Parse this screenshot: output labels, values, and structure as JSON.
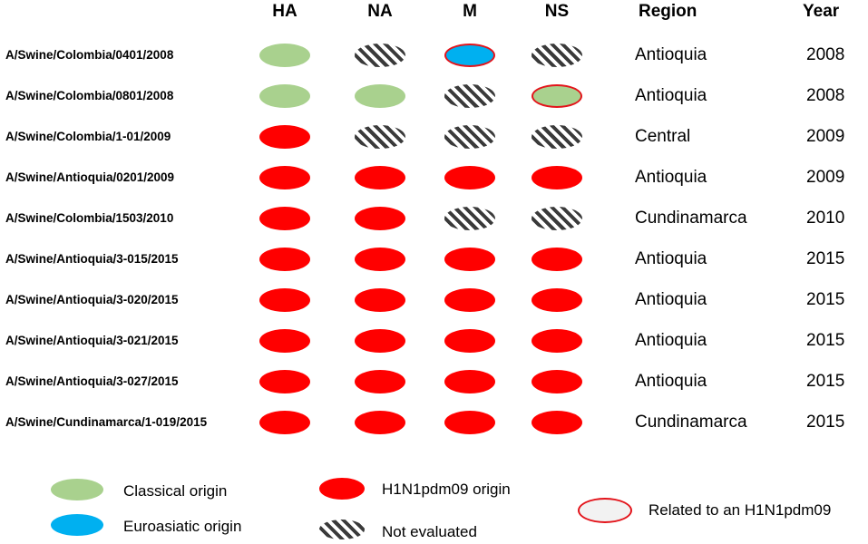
{
  "headers": {
    "ha": "HA",
    "na": "NA",
    "m": "M",
    "ns": "NS",
    "region": "Region",
    "year": "Year"
  },
  "colors": {
    "classical": "#a9d18e",
    "euroasiatic": "#00b0f0",
    "h1n1pdm09": "#ff0000",
    "not_evaluated": "#3a3a3a",
    "related_border": "#e3141b"
  },
  "rows": [
    {
      "strain": "A/Swine/Colombia/0401/2008",
      "region": "Antioquia",
      "year": "2008",
      "segments": [
        {
          "type": "classical",
          "related": false
        },
        {
          "type": "not_evaluated",
          "related": false
        },
        {
          "type": "euroasiatic",
          "related": true
        },
        {
          "type": "not_evaluated",
          "related": false
        }
      ]
    },
    {
      "strain": "A/Swine/Colombia/0801/2008",
      "region": "Antioquia",
      "year": "2008",
      "segments": [
        {
          "type": "classical",
          "related": false
        },
        {
          "type": "classical",
          "related": false
        },
        {
          "type": "not_evaluated",
          "related": false
        },
        {
          "type": "classical",
          "related": true
        }
      ]
    },
    {
      "strain": "A/Swine/Colombia/1-01/2009",
      "region": "Central",
      "year": "2009",
      "segments": [
        {
          "type": "h1n1pdm09",
          "related": false
        },
        {
          "type": "not_evaluated",
          "related": false
        },
        {
          "type": "not_evaluated",
          "related": false
        },
        {
          "type": "not_evaluated",
          "related": false
        }
      ]
    },
    {
      "strain": "A/Swine/Antioquia/0201/2009",
      "region": "Antioquia",
      "year": "2009",
      "segments": [
        {
          "type": "h1n1pdm09",
          "related": false
        },
        {
          "type": "h1n1pdm09",
          "related": false
        },
        {
          "type": "h1n1pdm09",
          "related": false
        },
        {
          "type": "h1n1pdm09",
          "related": false
        }
      ]
    },
    {
      "strain": "A/Swine/Colombia/1503/2010",
      "region": "Cundinamarca",
      "year": "2010",
      "segments": [
        {
          "type": "h1n1pdm09",
          "related": false
        },
        {
          "type": "h1n1pdm09",
          "related": false
        },
        {
          "type": "not_evaluated",
          "related": false
        },
        {
          "type": "not_evaluated",
          "related": false
        }
      ]
    },
    {
      "strain": "A/Swine/Antioquia/3-015/2015",
      "region": "Antioquia",
      "year": "2015",
      "segments": [
        {
          "type": "h1n1pdm09",
          "related": false
        },
        {
          "type": "h1n1pdm09",
          "related": false
        },
        {
          "type": "h1n1pdm09",
          "related": false
        },
        {
          "type": "h1n1pdm09",
          "related": false
        }
      ]
    },
    {
      "strain": "A/Swine/Antioquia/3-020/2015",
      "region": "Antioquia",
      "year": "2015",
      "segments": [
        {
          "type": "h1n1pdm09",
          "related": false
        },
        {
          "type": "h1n1pdm09",
          "related": false
        },
        {
          "type": "h1n1pdm09",
          "related": false
        },
        {
          "type": "h1n1pdm09",
          "related": false
        }
      ]
    },
    {
      "strain": "A/Swine/Antioquia/3-021/2015",
      "region": "Antioquia",
      "year": "2015",
      "segments": [
        {
          "type": "h1n1pdm09",
          "related": false
        },
        {
          "type": "h1n1pdm09",
          "related": false
        },
        {
          "type": "h1n1pdm09",
          "related": false
        },
        {
          "type": "h1n1pdm09",
          "related": false
        }
      ]
    },
    {
      "strain": "A/Swine/Antioquia/3-027/2015",
      "region": "Antioquia",
      "year": "2015",
      "segments": [
        {
          "type": "h1n1pdm09",
          "related": false
        },
        {
          "type": "h1n1pdm09",
          "related": false
        },
        {
          "type": "h1n1pdm09",
          "related": false
        },
        {
          "type": "h1n1pdm09",
          "related": false
        }
      ]
    },
    {
      "strain": "A/Swine/Cundinamarca/1-019/2015",
      "region": "Cundinamarca",
      "year": "2015",
      "segments": [
        {
          "type": "h1n1pdm09",
          "related": false
        },
        {
          "type": "h1n1pdm09",
          "related": false
        },
        {
          "type": "h1n1pdm09",
          "related": false
        },
        {
          "type": "h1n1pdm09",
          "related": false
        }
      ]
    }
  ],
  "legend": {
    "classical": "Classical origin",
    "euroasiatic": "Euroasiatic origin",
    "h1n1pdm09": "H1N1pdm09 origin",
    "not_evaluated": "Not evaluated",
    "related": "Related to an H1N1pdm09"
  }
}
